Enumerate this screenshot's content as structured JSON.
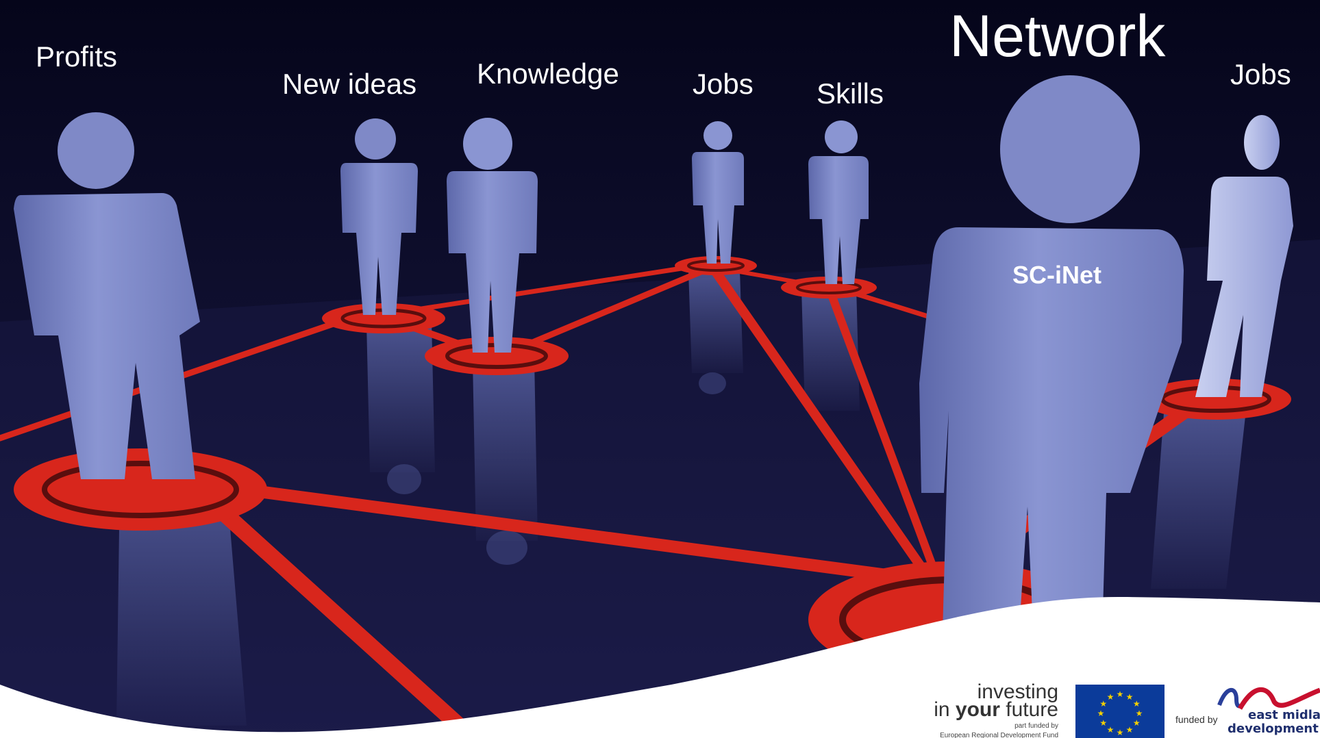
{
  "slide": {
    "title": "Network",
    "center_label": "SC-iNet",
    "person_labels": [
      "Profits",
      "New ideas",
      "Knowledge",
      "Jobs",
      "Skills",
      "Jobs"
    ]
  },
  "footer": {
    "investing_line1": "investing",
    "investing_line2_prefix": "in ",
    "investing_line2_bold": "your",
    "investing_line2_suffix": " future",
    "part_funded_by": "part funded by",
    "erdf": "European Regional Development Fund",
    "funded_by": "funded by",
    "agency_line1": "east midlands",
    "agency_line2": "development agency"
  },
  "colors": {
    "background": "#0b0b2a",
    "network_red": "#d8261c",
    "figure_blue": "#7f89c7",
    "eu_blue": "#0b3b9a",
    "eu_star": "#f4d000"
  }
}
